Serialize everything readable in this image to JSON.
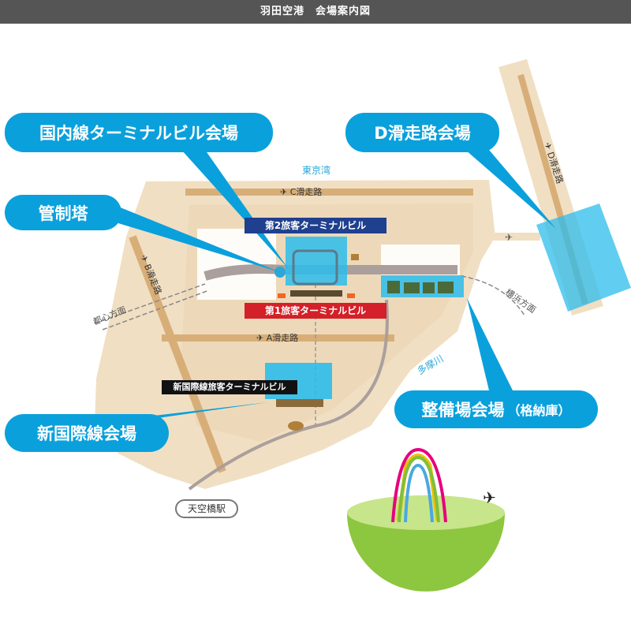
{
  "header": {
    "title": "羽田空港　会場案内図"
  },
  "callouts": {
    "domestic": "国内線ターミナルビル会場",
    "tower": "管制塔",
    "d_runway": "D滑走路会場",
    "maintenance": "整備場会場",
    "maintenance_sub": "（格納庫）",
    "international": "新国際線会場"
  },
  "terminals": {
    "t2": "第2旅客ターミナルビル",
    "t1": "第1旅客ターミナルビル",
    "intl": "新国際線旅客ターミナルビル"
  },
  "map_labels": {
    "bay": "東京湾",
    "runway_a": "A滑走路",
    "runway_b": "B滑走路",
    "runway_c": "C滑走路",
    "runway_d": "D滑走路",
    "to_city": "都心方面",
    "to_yokohama": "横浜方面",
    "river": "多摩川",
    "station": "天空橋駅"
  },
  "colors": {
    "callout": "#0aa0dc",
    "t2": "#1f3f8f",
    "t1": "#d42028",
    "land": "#f1dfc3",
    "runway": "#d8ae78"
  }
}
